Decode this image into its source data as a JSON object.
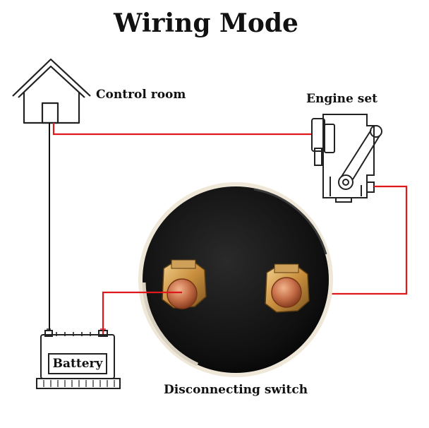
{
  "title": "Wiring Mode",
  "labels": {
    "control_room": "Control room",
    "engine_set": "Engine set",
    "battery": "Battery",
    "disconnecting_switch": "Disconnecting switch"
  },
  "colors": {
    "wire_positive": "#e0181c",
    "wire_ground": "#111111",
    "switch_body": "#121212",
    "terminal_copper": "#c8714a",
    "terminal_nut": "#d9a95c"
  },
  "icons": [
    "house-icon",
    "engine-icon",
    "battery-icon",
    "switch-icon"
  ]
}
